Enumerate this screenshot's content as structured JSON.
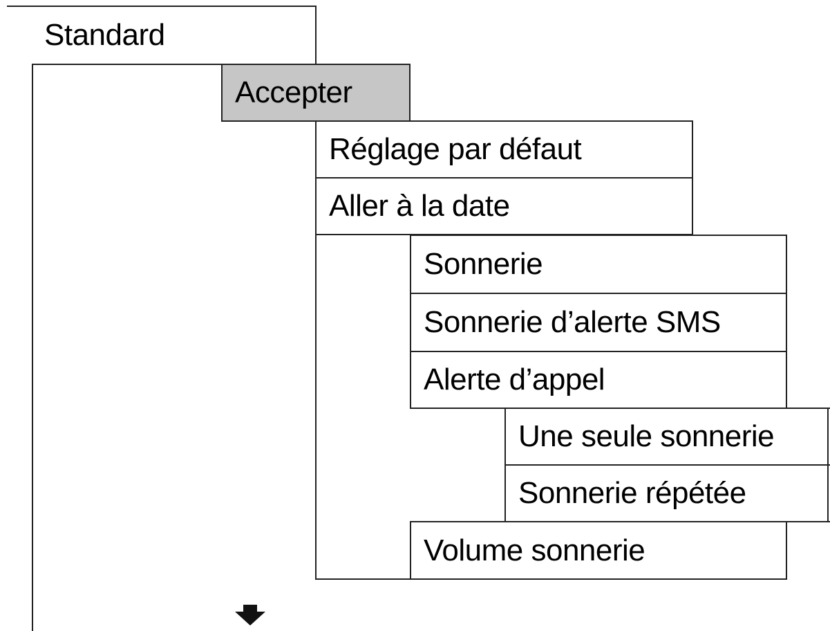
{
  "menu": {
    "level1": {
      "standard": "Standard"
    },
    "level2": {
      "accepter": "Accepter"
    },
    "level3": {
      "reglage_par_defaut": "Réglage par défaut",
      "aller_a_la_date": "Aller à la date"
    },
    "level4": {
      "sonnerie": "Sonnerie",
      "sonnerie_alerte_sms": "Sonnerie d’alerte SMS",
      "alerte_appel": "Alerte d’appel",
      "volume_sonnerie": "Volume sonnerie"
    },
    "level5": {
      "une_seule_sonnerie": "Une seule sonnerie",
      "sonnerie_repetee": "Sonnerie répétée"
    }
  },
  "colors": {
    "line": "#222222",
    "selected_fill": "#c6c6c6",
    "background": "#ffffff"
  },
  "icons": {
    "continue": "down-arrow-icon"
  }
}
